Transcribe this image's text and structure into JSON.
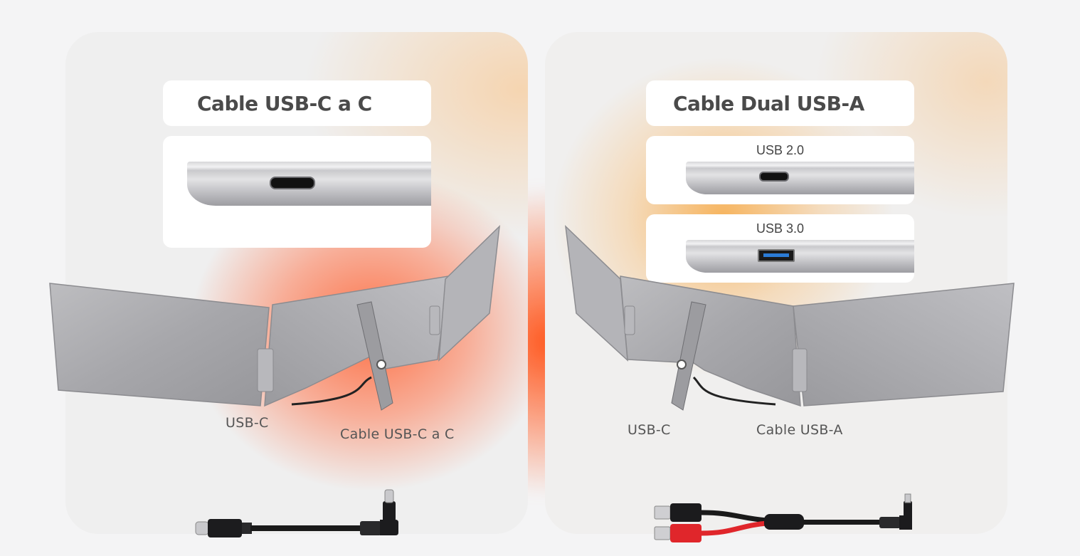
{
  "left_panel": {
    "title": "Cable USB-C a C",
    "caption_port": "USB-C",
    "caption_cable": "Cable USB-C a C",
    "port_icon": "usb-c-port-icon",
    "cable_icon": "usb-c-to-c-cable-icon"
  },
  "right_panel": {
    "title": "Cable Dual USB-A",
    "usb2_label": "USB 2.0",
    "usb3_label": "USB 3.0",
    "caption_port": "USB-C",
    "caption_cable": "Cable USB-A",
    "cable_icon": "dual-usb-a-cable-icon"
  },
  "colors": {
    "accent_orange": "#ff5a1f",
    "accent_amber": "#f6a744",
    "usb3_blue": "#2b7bd6",
    "cable_red": "#e0262b",
    "cable_black": "#1a1a1a"
  }
}
